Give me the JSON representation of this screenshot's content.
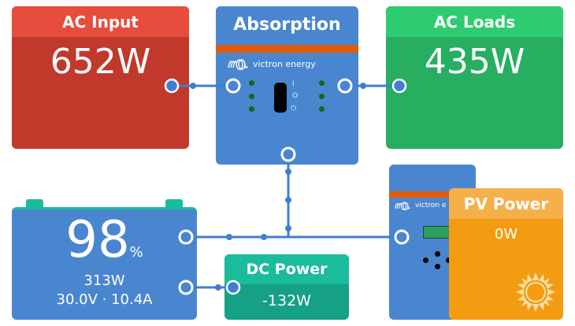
{
  "ac_input": {
    "title": "AC Input",
    "power": "652W"
  },
  "inverter": {
    "state": "Absorption",
    "brand": "victron energy",
    "switch_labels": {
      "on": "I",
      "off": "O",
      "standby": "⏻"
    }
  },
  "ac_loads": {
    "title": "AC Loads",
    "power": "435W"
  },
  "battery": {
    "soc": "98",
    "soc_unit": "%",
    "power": "313W",
    "voltage_current": "30.0V · 10.4A"
  },
  "dc_power": {
    "title": "DC Power",
    "power": "-132W"
  },
  "solar_charger": {
    "brand": "victron e"
  },
  "pv_power": {
    "title": "PV Power",
    "power": "0W"
  },
  "colors": {
    "ac_input": "#c0392b",
    "ac_input_header": "#e74c3c",
    "ac_loads": "#27ae60",
    "ac_loads_header": "#2ecc71",
    "device_blue": "#4a86d0",
    "accent_orange": "#e05c0b",
    "dc_power": "#16a085",
    "dc_power_header": "#1abc9c",
    "pv_power": "#f39c12",
    "pv_power_header": "#f5b04a",
    "wire": "#3f7fd0"
  }
}
